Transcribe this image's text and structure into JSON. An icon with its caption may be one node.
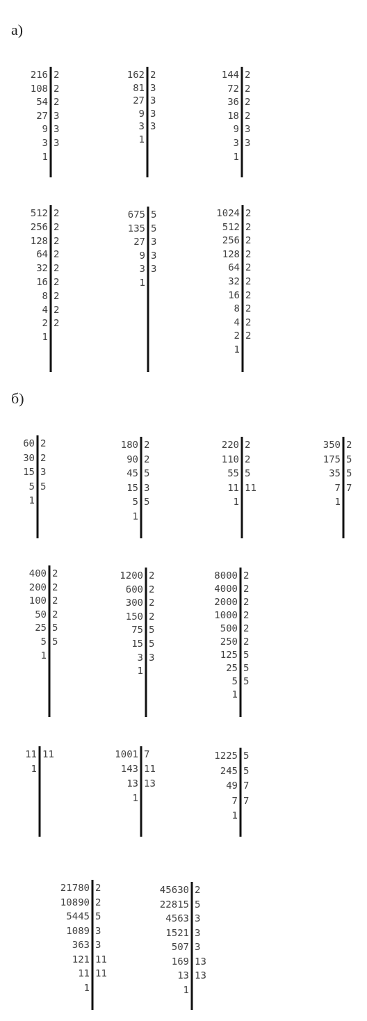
{
  "diagram": {
    "labels": [
      "а)",
      "216",
      "2",
      "108",
      "2",
      "54",
      "2",
      "27",
      "3",
      "9",
      "3",
      "3",
      "3",
      "1",
      "162",
      "2",
      "81",
      "3",
      "27",
      "3",
      "9",
      "3",
      "3",
      "3",
      "1",
      "144",
      "2",
      "72",
      "2",
      "36",
      "2",
      "18",
      "2",
      "9",
      "3",
      "3",
      "3",
      "1",
      "512",
      "2",
      "256",
      "2",
      "128",
      "2",
      "64",
      "2",
      "32",
      "2",
      "16",
      "2",
      "8",
      "2",
      "4",
      "2",
      "2",
      "2",
      "1",
      "675",
      "5",
      "135",
      "5",
      "27",
      "3",
      "9",
      "3",
      "3",
      "3",
      "1",
      "1024",
      "2",
      "512",
      "2",
      "256",
      "2",
      "128",
      "2",
      "64",
      "2",
      "32",
      "2",
      "16",
      "2",
      "8",
      "2",
      "4",
      "2",
      "2",
      "2",
      "1",
      "б)",
      "60",
      "2",
      "30",
      "2",
      "15",
      "3",
      "5",
      "5",
      "1",
      "180",
      "2",
      "90",
      "2",
      "45",
      "5",
      "15",
      "3",
      "5",
      "5",
      "1",
      "220",
      "2",
      "110",
      "2",
      "55",
      "5",
      "11",
      "11",
      "1",
      "350",
      "2",
      "175",
      "5",
      "35",
      "5",
      "7",
      "7",
      "1",
      "400",
      "2",
      "200",
      "2",
      "100",
      "2",
      "50",
      "2",
      "25",
      "5",
      "5",
      "5",
      "1",
      "1200",
      "2",
      "600",
      "2",
      "300",
      "2",
      "150",
      "2",
      "75",
      "5",
      "15",
      "5",
      "3",
      "3",
      "1",
      "8000",
      "2",
      "4000",
      "2",
      "2000",
      "2",
      "1000",
      "2",
      "500",
      "2",
      "250",
      "2",
      "125",
      "5",
      "25",
      "5",
      "5",
      "5",
      "1",
      "11",
      "11",
      "1",
      "1001",
      "7",
      "143",
      "11",
      "13",
      "13",
      "1",
      "1225",
      "5",
      "245",
      "5",
      "49",
      "7",
      "7",
      "7",
      "1",
      "21780",
      "2",
      "10890",
      "2",
      "5445",
      "5",
      "1089",
      "3",
      "363",
      "3",
      "121",
      "11",
      "11",
      "11",
      "1",
      "45630",
      "2",
      "22815",
      "5",
      "4563",
      "3",
      "1521",
      "3",
      "507",
      "3",
      "169",
      "13",
      "13",
      "13",
      "1"
    ]
  }
}
